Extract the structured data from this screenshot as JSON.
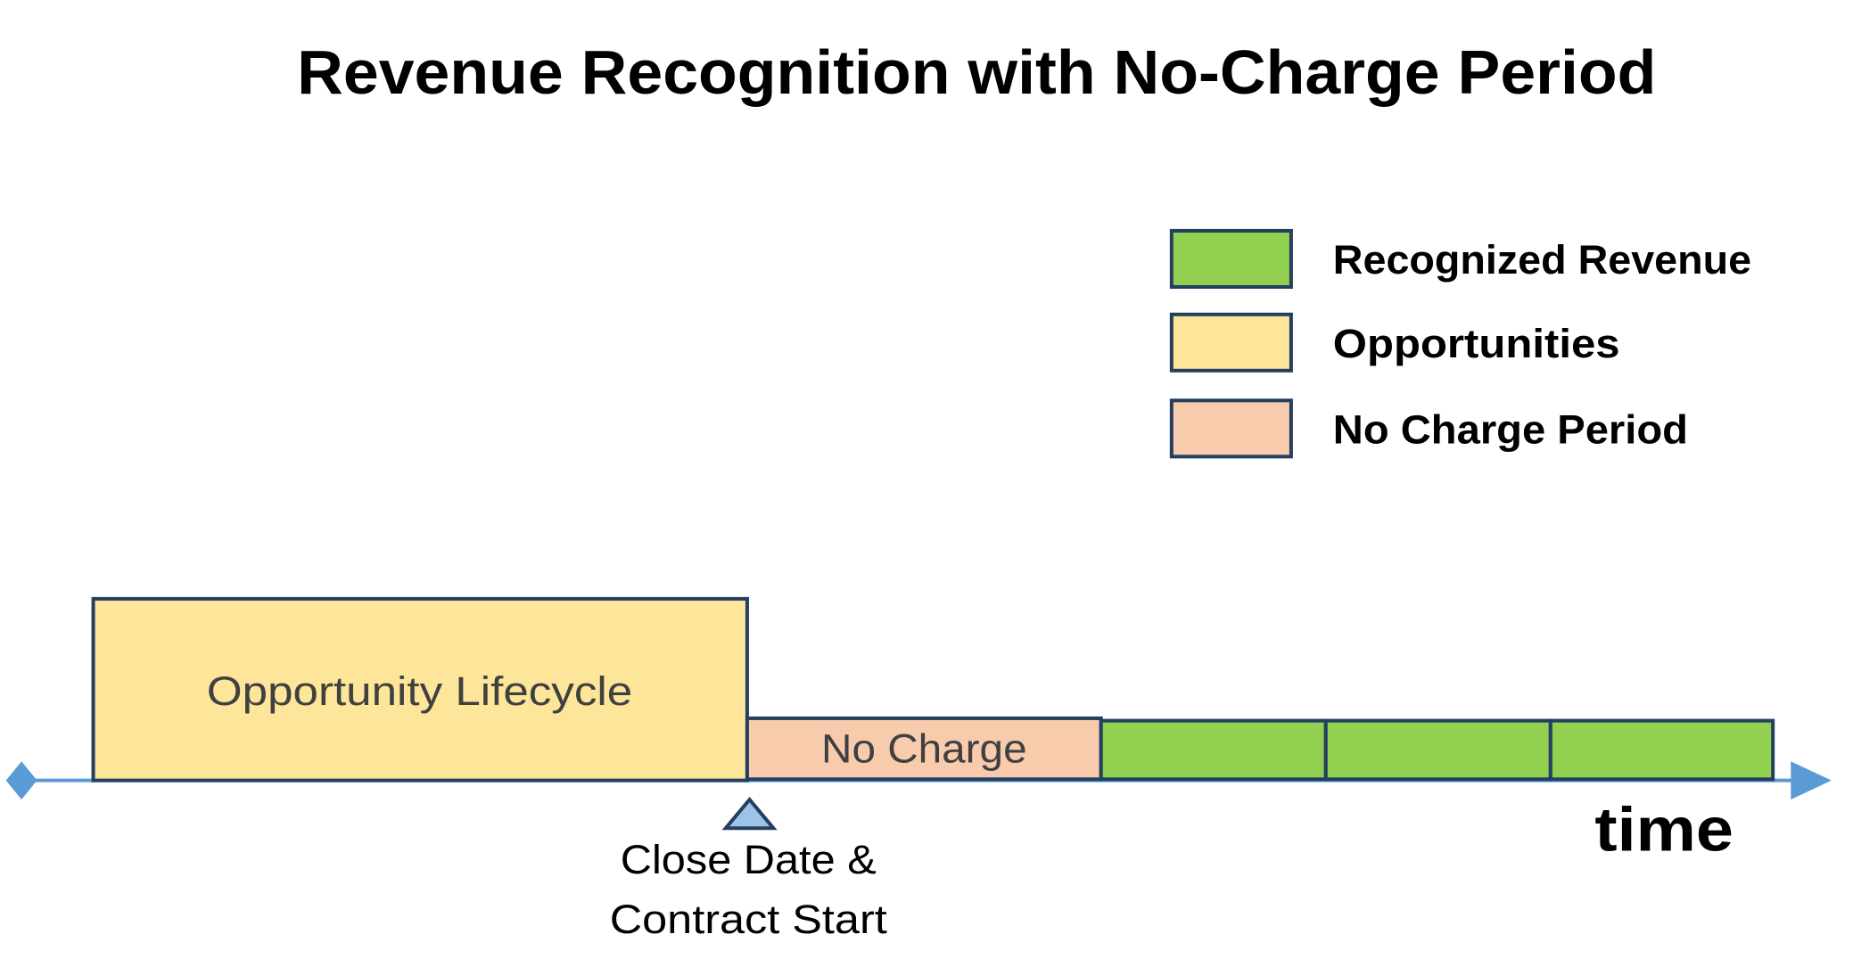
{
  "title": "Revenue Recognition with No-Charge Period",
  "colors": {
    "recognized_revenue": "#92d050",
    "opportunities": "#fde699",
    "no_charge": "#f7cbac",
    "outline": "#243f60",
    "axis": "#5b9bd5",
    "marker": "#9dc3e6"
  },
  "legend": [
    {
      "label": "Recognized Revenue",
      "color": "#92d050"
    },
    {
      "label": "Opportunities",
      "color": "#fde699"
    },
    {
      "label": "No Charge Period",
      "color": "#f7cbac"
    }
  ],
  "timeline": {
    "opportunity_label": "Opportunity Lifecycle",
    "no_charge_label": "No Charge",
    "revenue_segments": 3,
    "axis_label": "time",
    "marker_label_line1": "Close Date &",
    "marker_label_line2": "Contract Start"
  }
}
